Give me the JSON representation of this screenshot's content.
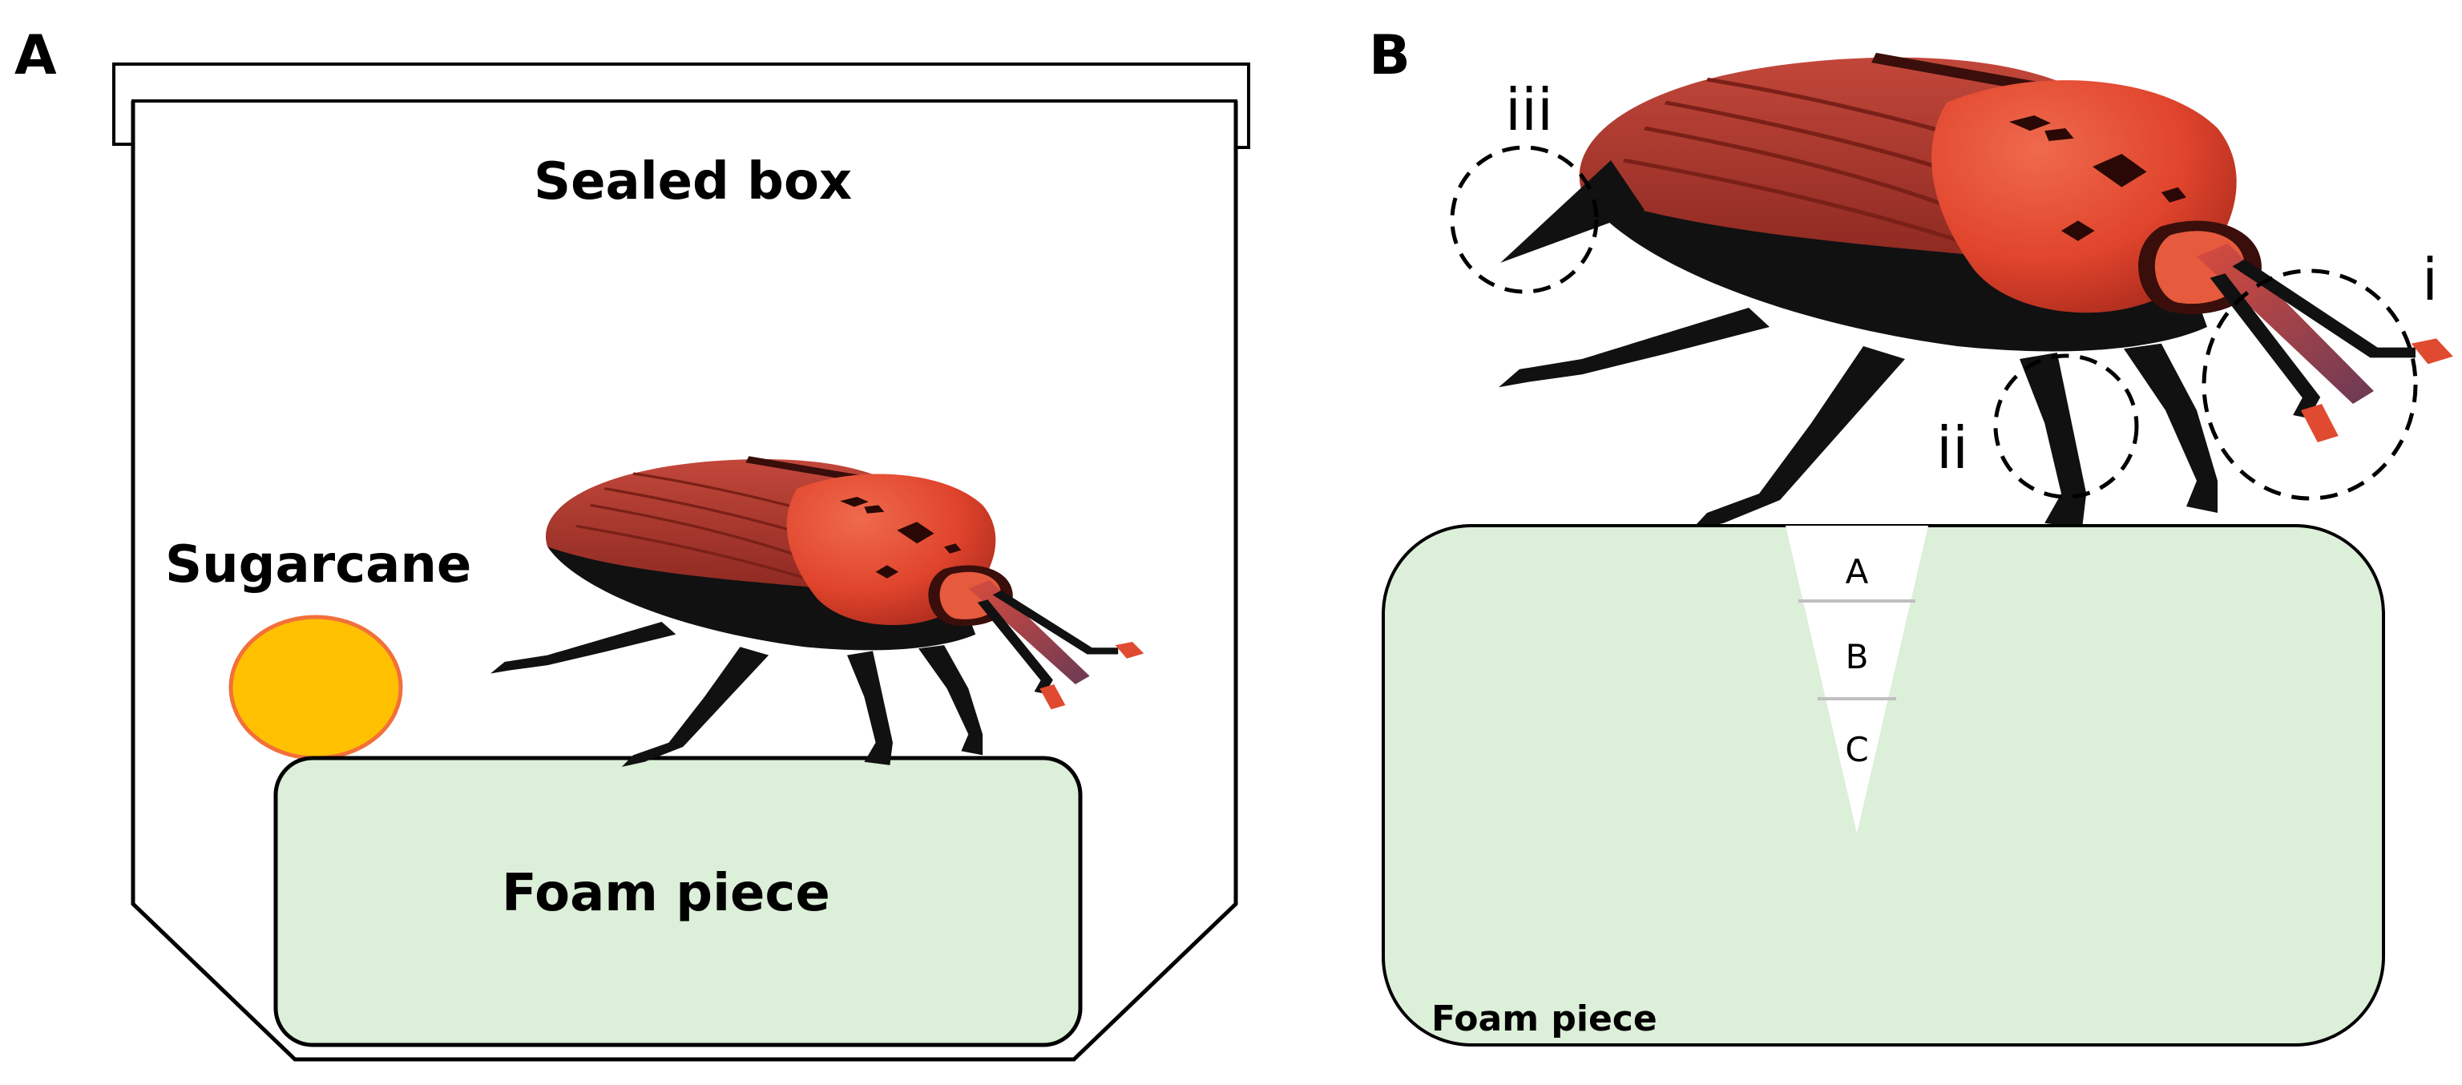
{
  "panel_a": {
    "label": "A",
    "box_label": "Sealed box",
    "sugarcane_label": "Sugarcane",
    "foam_label": "Foam piece"
  },
  "panel_b": {
    "label": "B",
    "markers": {
      "i": "i",
      "ii": "ii",
      "iii": "iii"
    },
    "zones": [
      "A",
      "B",
      "C"
    ],
    "foam_label": "Foam piece"
  },
  "colors": {
    "foam_fill": "#dcefd9",
    "sugarcane_fill": "#ffc000",
    "sugarcane_edge": "#f2703a",
    "elytra": "#a83228",
    "pronotum": "#e04a30",
    "body_black": "#111111"
  }
}
